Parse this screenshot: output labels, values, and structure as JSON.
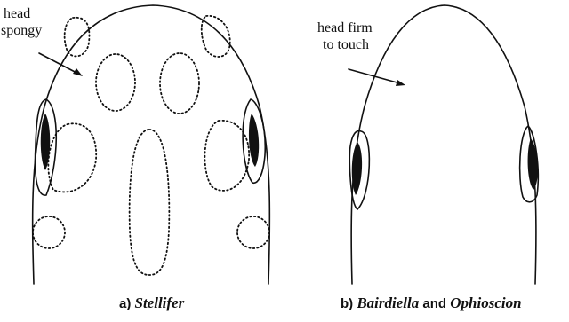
{
  "panels": [
    {
      "callout_line1": "head",
      "callout_line2": "spongy",
      "caption_prefix": "a)",
      "caption_genus": "Stellifer"
    },
    {
      "callout_line1": "head firm",
      "callout_line2": "to touch",
      "caption_prefix": "b)",
      "caption_genus1": "Bairdiella",
      "caption_and": "and",
      "caption_genus2": "Ophioscion"
    }
  ],
  "colors": {
    "ink": "#111111",
    "background": "#ffffff"
  }
}
